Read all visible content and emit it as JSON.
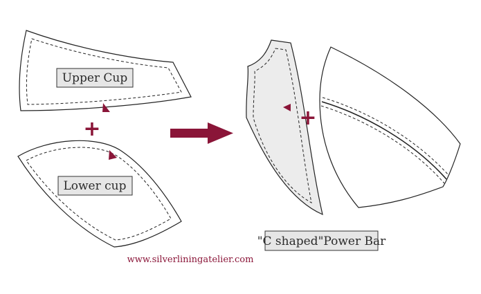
{
  "labels": {
    "upper_cup": "Upper Cup",
    "lower_cup": "Lower cup",
    "power_bar": "\"C shaped\"Power Bar"
  },
  "symbols": {
    "plus": "+"
  },
  "watermark": "www.silverliningatelier.com",
  "colors": {
    "accent": "#8a1538",
    "grey_piece": "#ececec",
    "label_bg": "#e6e6e6"
  }
}
